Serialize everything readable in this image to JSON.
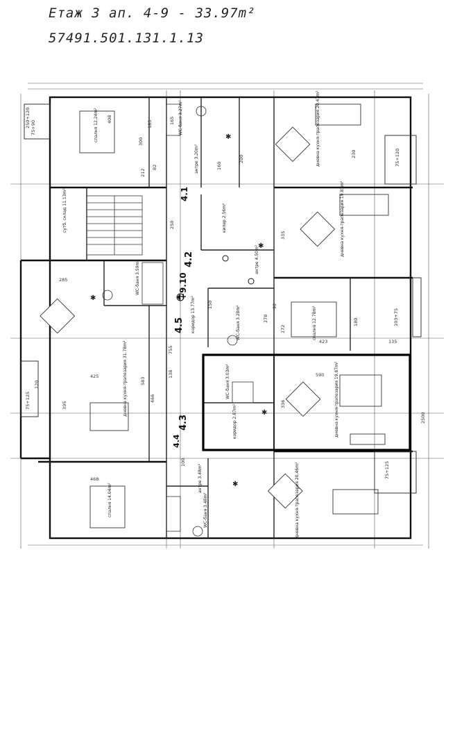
{
  "header": {
    "line1": "Етаж 3 ап. 4-9  - 33.97m²",
    "line2": "57491.501.131.1.13"
  },
  "rooms": {
    "r1": "спалня 12.24m²",
    "r2": "WC-баня 3.27m²",
    "r3": "дневна кухня-трапезария 20.47m²",
    "r4": "антре 3.20m²",
    "r5": "сутб. склад 11.13m²",
    "r6": "килер 2.56m²",
    "r7": "дневна кухня-трапезария 19.83m²",
    "r8": "антре 4.50m²",
    "r9": "WC-баня 3.59m²",
    "r10": "коридор 13.77m²",
    "r11": "WC-баня 3.28m²",
    "r12": "спалня 12.78m²",
    "r13": "дневна кухня-трапезария 31.78m²",
    "r14": "WC-баня 3.03m²",
    "r15": "коридор 2.87m²",
    "r16": "дневна кухня-трапезария 19.87m²",
    "r17": "спалня 14.04m²",
    "r18": "WC-баня 3.48m²",
    "r19": "антре 3.48m²",
    "r20": "дневна кухня-трапезария 20.46m²"
  },
  "levels": {
    "elevation": "+9.10",
    "a1": "4.1",
    "a2": "4.2",
    "a3": "4.5",
    "a4": "4.3",
    "a5": "4.4"
  },
  "dims": {
    "d1": "408",
    "d2": "300",
    "d3": "183",
    "d4": "165",
    "d5": "160",
    "d6": "230",
    "d7": "250",
    "d8": "590",
    "d9": "425",
    "d10": "468",
    "d11": "423",
    "d12": "336",
    "d13": "180",
    "d14": "335",
    "d15": "200",
    "d16": "150",
    "d17": "172",
    "d18": "278",
    "d19": "92",
    "d20": "82",
    "d21": "100",
    "d22": "120",
    "d23": "212",
    "d24": "135",
    "d25": "285",
    "d26": "583",
    "d27": "395",
    "d28": "466",
    "d29": "755",
    "d30": "138",
    "d31": "75+90",
    "d32": "250+120",
    "d33": "75+125",
    "d34": "75+120",
    "d35": "103+75",
    "d36": "75+125",
    "d37": "2500"
  }
}
